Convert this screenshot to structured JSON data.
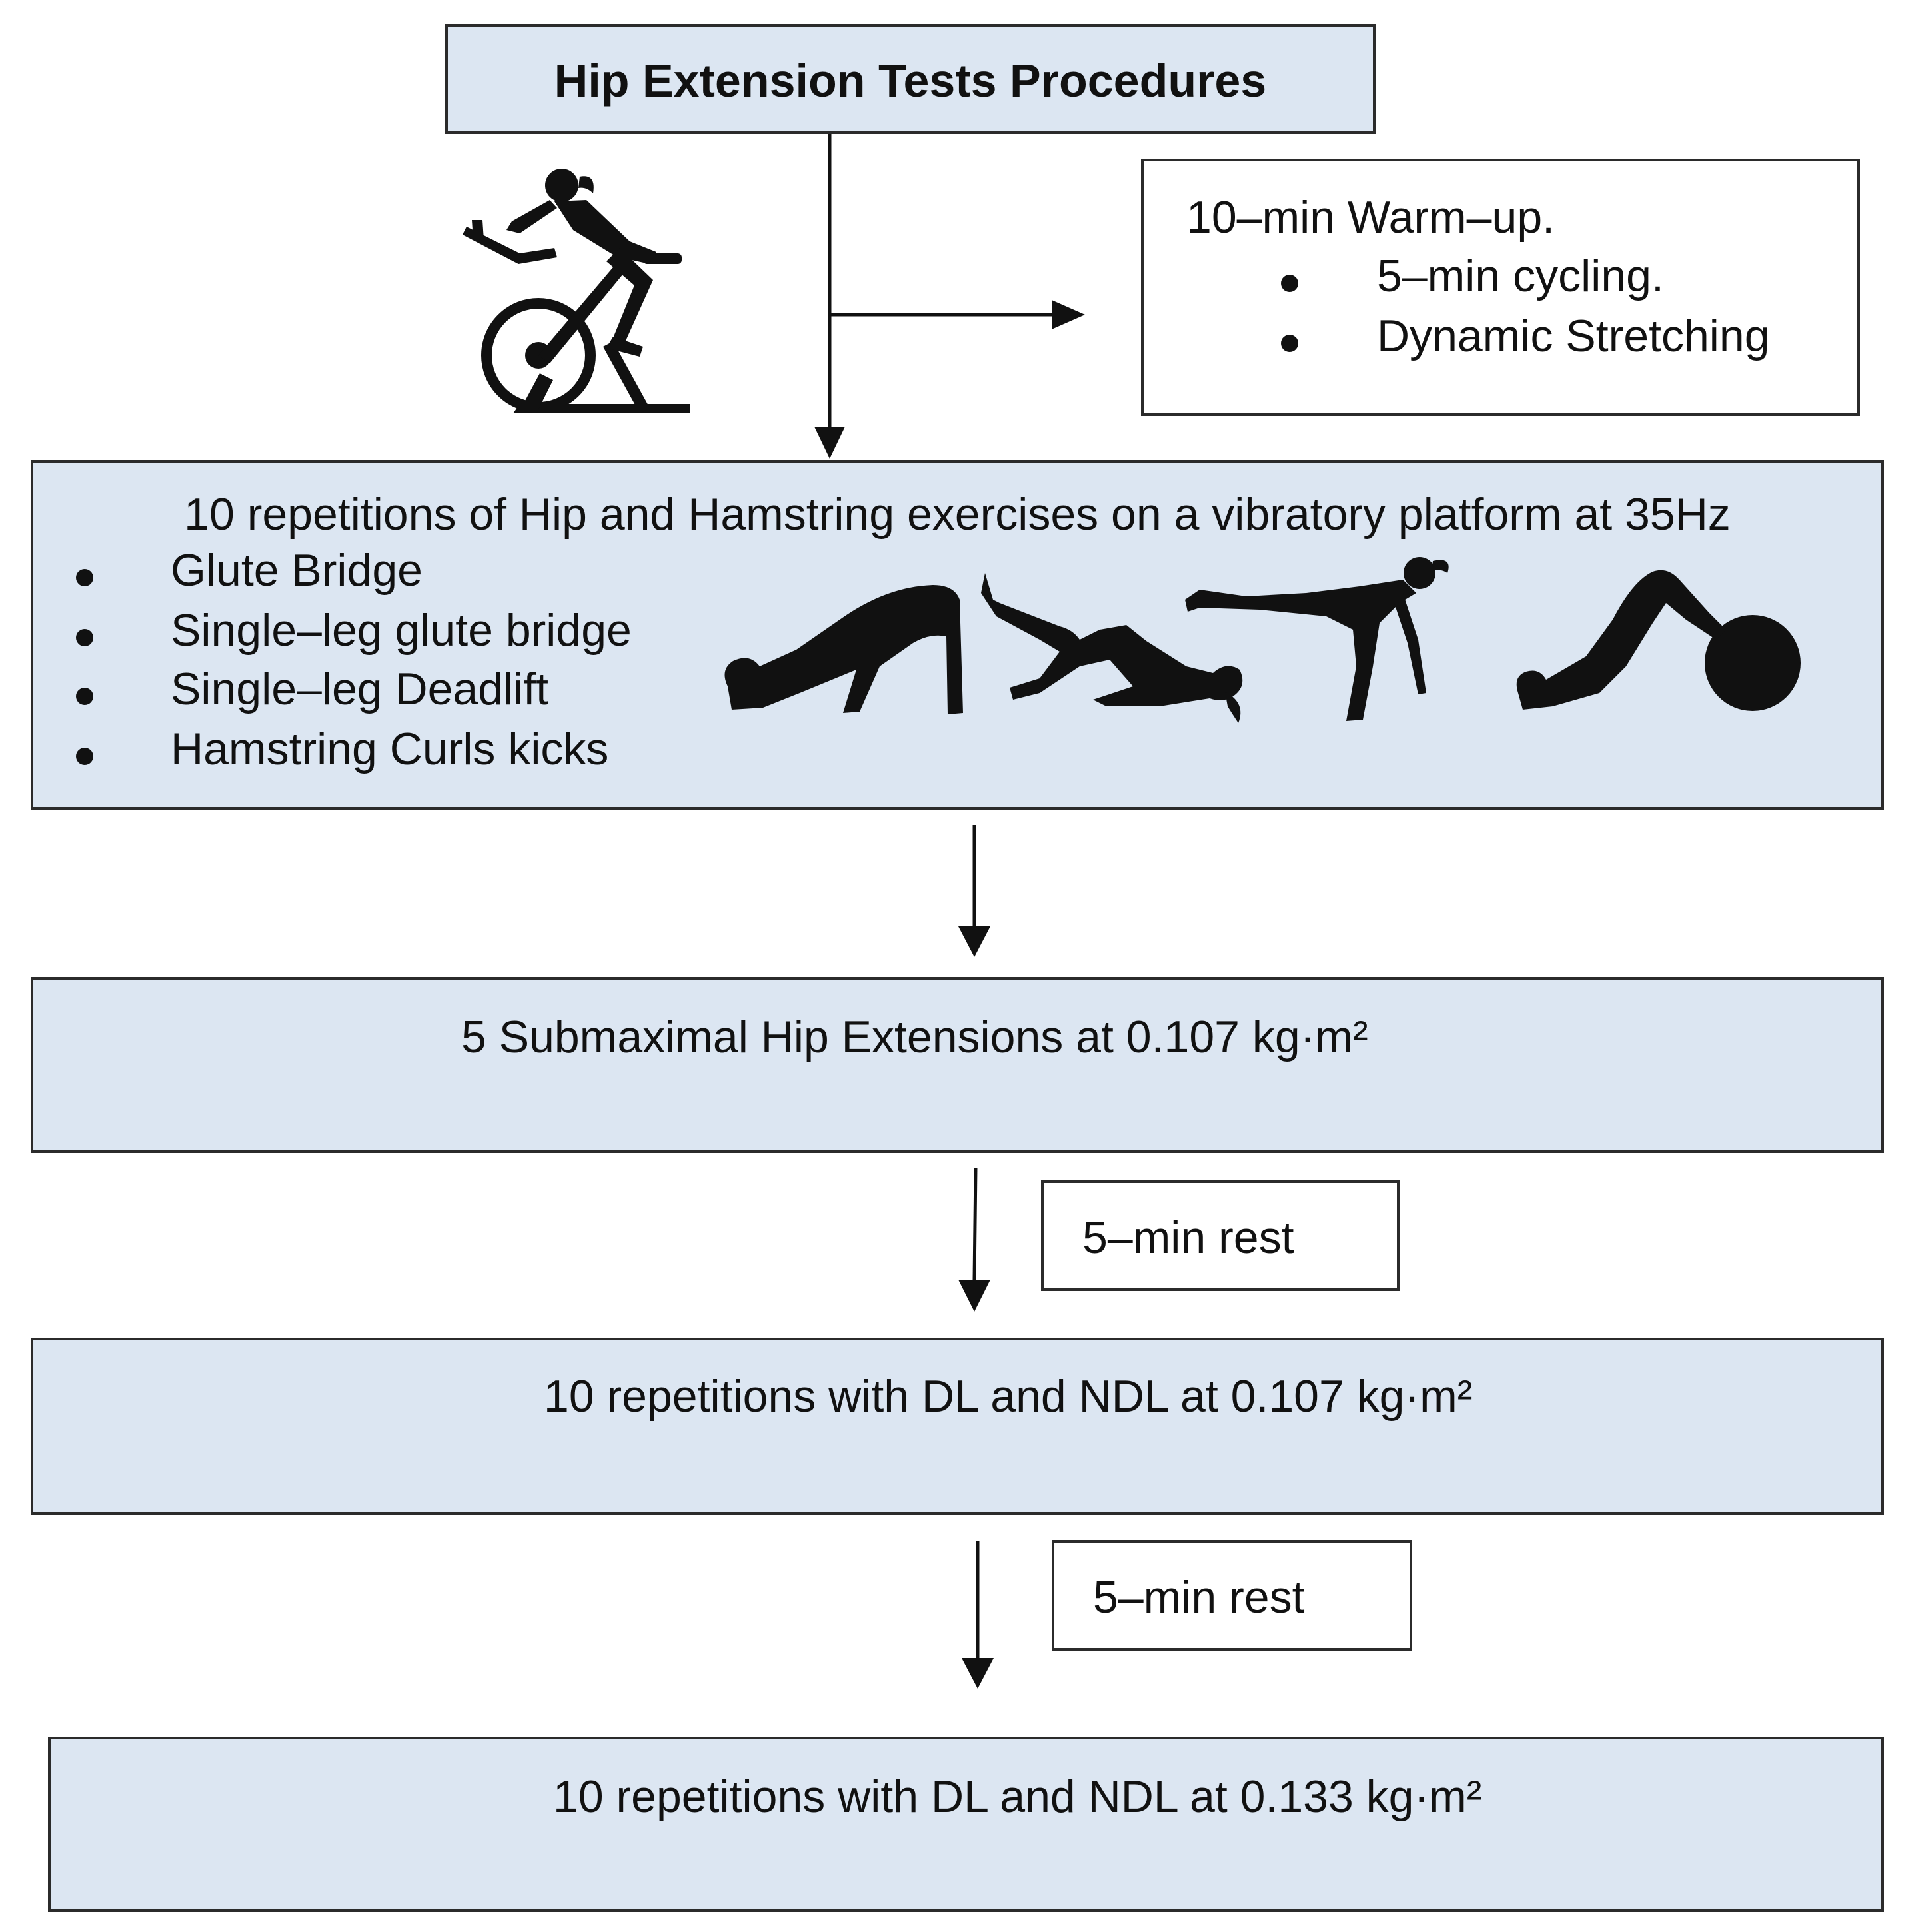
{
  "title": "Hip Extension Tests Procedures",
  "warmup": {
    "heading": "10–min Warm–up.",
    "items": [
      "5–min cycling.",
      "Dynamic Stretching"
    ]
  },
  "exercises": {
    "heading": "10 repetitions of Hip and Hamstring exercises on a vibratory platform at 35Hz",
    "items": [
      "Glute Bridge",
      "Single–leg glute bridge",
      "Single–leg Deadlift",
      "Hamstring Curls kicks"
    ]
  },
  "steps": [
    "5 Submaximal Hip Extensions at 0.107 kg·m²",
    "10 repetitions with DL and NDL at 0.107 kg·m²",
    "10 repetitions with DL and NDL at 0.133 kg·m²"
  ],
  "rests": [
    "5–min rest",
    "5–min rest"
  ],
  "colors": {
    "box_fill": "#dce6f2",
    "border": "#2b2b2b",
    "text": "#111111"
  },
  "icons": [
    "stationary-bike-cyclist-icon",
    "glute-bridge-silhouette-icon",
    "single-leg-glute-bridge-silhouette-icon",
    "single-leg-deadlift-silhouette-icon",
    "hamstring-curl-ball-silhouette-icon"
  ]
}
